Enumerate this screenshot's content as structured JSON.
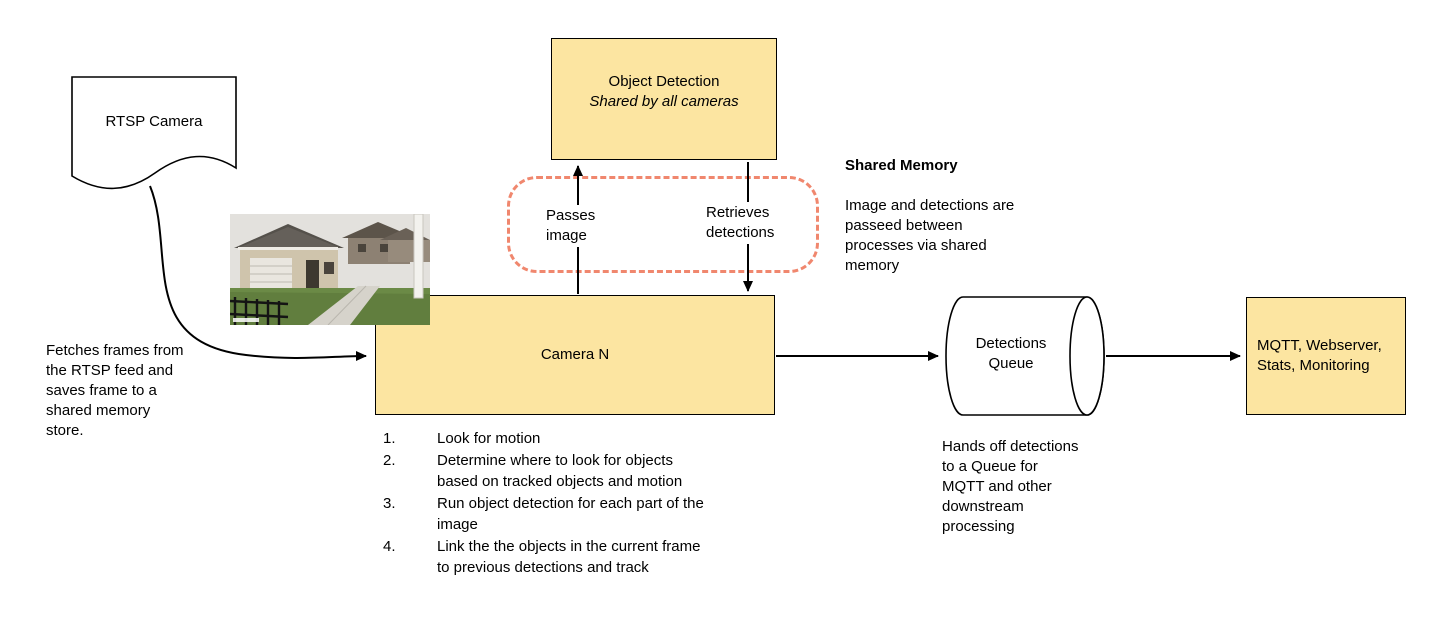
{
  "diagram": {
    "rtsp_camera": {
      "label": "RTSP Camera"
    },
    "object_detection": {
      "title": "Object Detection",
      "subtitle": "Shared by all cameras"
    },
    "camera_n": {
      "label": "Camera N"
    },
    "detections_queue": {
      "label": "Detections\nQueue"
    },
    "mqtt_box": {
      "label": "MQTT, Webserver,\nStats, Monitoring"
    },
    "edge_labels": {
      "passes_image": "Passes\nimage",
      "retrieves_detections": "Retrieves\ndetections"
    },
    "annotations": {
      "shared_memory_title": "Shared Memory",
      "shared_memory_body": "Image and detections are\npasseed between\nprocesses via shared\nmemory",
      "fetch_note": "Fetches frames from\nthe RTSP feed and\nsaves frame to a\nshared memory\nstore.",
      "handoff_note": "Hands off detections\nto a Queue for\nMQTT and other\ndownstream\nprocessing"
    },
    "camera_steps": [
      {
        "num": "1.",
        "text": "Look for motion"
      },
      {
        "num": "2.",
        "text": "Determine where to look for objects\nbased on tracked objects and motion"
      },
      {
        "num": "3.",
        "text": "Run object detection for each part of the\nimage"
      },
      {
        "num": "4.",
        "text": "Link the the objects in the current frame\nto previous detections and track"
      }
    ],
    "colors": {
      "node_fill": "#fce5a1",
      "node_stroke": "#000000",
      "shared_memory_dash": "#f0876e",
      "arrow": "#000000"
    }
  }
}
